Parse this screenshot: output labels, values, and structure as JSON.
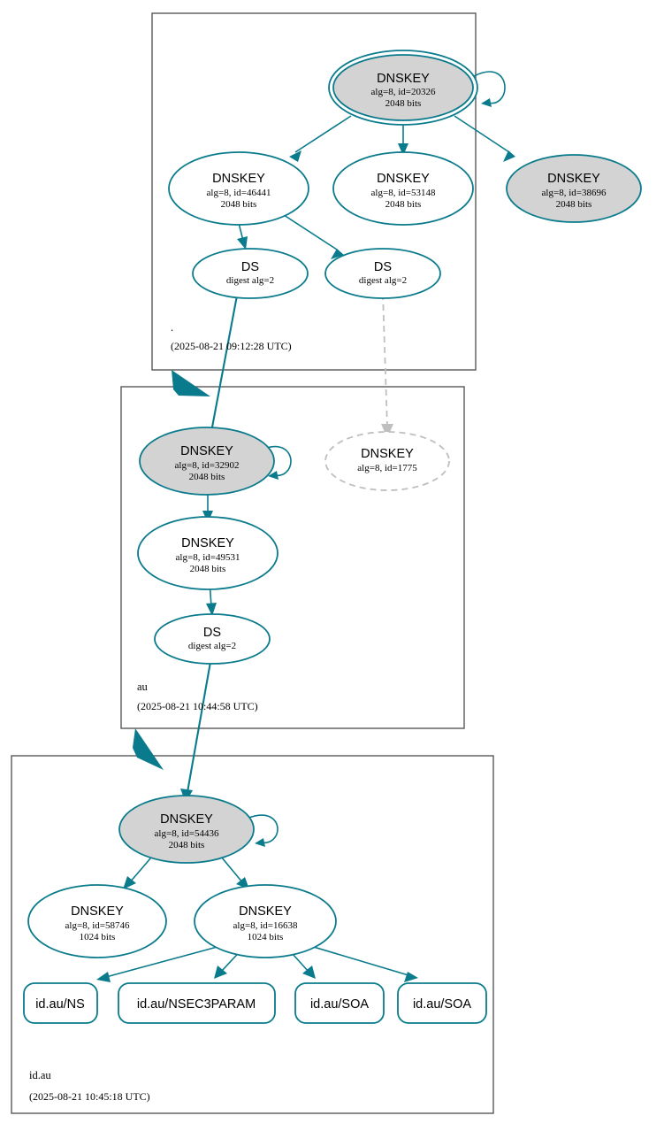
{
  "diagram": {
    "title": "DNSSEC authentication chain",
    "accent_color": "#0a7b8c",
    "secure_key_fill": "#d3d3d3",
    "nonexistent_color": "#bfbfbf",
    "zone_border_color": "#585858"
  },
  "zones": [
    {
      "id": "root",
      "name": ".",
      "timestamp": "(2025-08-21 09:12:28 UTC)",
      "nodes": [
        {
          "id": "root-ksk-20326",
          "type": "DNSKEY",
          "title": "DNSKEY",
          "line2": "alg=8, id=20326",
          "line3": "2048 bits",
          "style": "trust-anchor-grey",
          "self_sign": true
        },
        {
          "id": "root-zsk-46441",
          "type": "DNSKEY",
          "title": "DNSKEY",
          "line2": "alg=8, id=46441",
          "line3": "2048 bits",
          "style": "white"
        },
        {
          "id": "root-zsk-53148",
          "type": "DNSKEY",
          "title": "DNSKEY",
          "line2": "alg=8, id=53148",
          "line3": "2048 bits",
          "style": "white"
        },
        {
          "id": "root-zsk-38696",
          "type": "DNSKEY",
          "title": "DNSKEY",
          "line2": "alg=8, id=38696",
          "line3": "2048 bits",
          "style": "grey"
        },
        {
          "id": "root-ds-left",
          "type": "DS",
          "title": "DS",
          "line2": "digest alg=2",
          "line3": "",
          "style": "white"
        },
        {
          "id": "root-ds-right",
          "type": "DS",
          "title": "DS",
          "line2": "digest alg=2",
          "line3": "",
          "style": "white"
        }
      ]
    },
    {
      "id": "au",
      "name": "au",
      "timestamp": "(2025-08-21 10:44:58 UTC)",
      "nodes": [
        {
          "id": "au-ksk-32902",
          "type": "DNSKEY",
          "title": "DNSKEY",
          "line2": "alg=8, id=32902",
          "line3": "2048 bits",
          "style": "grey",
          "self_sign": true
        },
        {
          "id": "au-key-1775",
          "type": "DNSKEY",
          "title": "DNSKEY",
          "line2": "alg=8, id=1775",
          "line3": "",
          "style": "dashed-nonexistent"
        },
        {
          "id": "au-zsk-49531",
          "type": "DNSKEY",
          "title": "DNSKEY",
          "line2": "alg=8, id=49531",
          "line3": "2048 bits",
          "style": "white"
        },
        {
          "id": "au-ds",
          "type": "DS",
          "title": "DS",
          "line2": "digest alg=2",
          "line3": "",
          "style": "white"
        }
      ]
    },
    {
      "id": "id-au",
      "name": "id.au",
      "timestamp": "(2025-08-21 10:45:18 UTC)",
      "nodes": [
        {
          "id": "idau-ksk-54436",
          "type": "DNSKEY",
          "title": "DNSKEY",
          "line2": "alg=8, id=54436",
          "line3": "2048 bits",
          "style": "grey",
          "self_sign": true
        },
        {
          "id": "idau-zsk-58746",
          "type": "DNSKEY",
          "title": "DNSKEY",
          "line2": "alg=8, id=58746",
          "line3": "1024 bits",
          "style": "white"
        },
        {
          "id": "idau-zsk-16638",
          "type": "DNSKEY",
          "title": "DNSKEY",
          "line2": "alg=8, id=16638",
          "line3": "1024 bits",
          "style": "white"
        },
        {
          "id": "rr-ns",
          "type": "RRset",
          "title": "id.au/NS",
          "line2": "",
          "line3": "",
          "style": "rounded-box"
        },
        {
          "id": "rr-nsec3param",
          "type": "RRset",
          "title": "id.au/NSEC3PARAM",
          "line2": "",
          "line3": "",
          "style": "rounded-box"
        },
        {
          "id": "rr-soa-1",
          "type": "RRset",
          "title": "id.au/SOA",
          "line2": "",
          "line3": "",
          "style": "rounded-box"
        },
        {
          "id": "rr-soa-2",
          "type": "RRset",
          "title": "id.au/SOA",
          "line2": "",
          "line3": "",
          "style": "rounded-box"
        }
      ]
    }
  ],
  "edges": [
    {
      "from": "root-ksk-20326",
      "to": "root-ksk-20326",
      "kind": "self-signature"
    },
    {
      "from": "root-ksk-20326",
      "to": "root-zsk-46441",
      "kind": "signature"
    },
    {
      "from": "root-ksk-20326",
      "to": "root-zsk-53148",
      "kind": "signature"
    },
    {
      "from": "root-ksk-20326",
      "to": "root-zsk-38696",
      "kind": "signature"
    },
    {
      "from": "root-zsk-46441",
      "to": "root-ds-left",
      "kind": "signature"
    },
    {
      "from": "root-zsk-46441",
      "to": "root-ds-right",
      "kind": "signature"
    },
    {
      "from": "root-ds-left",
      "to": "au-ksk-32902",
      "kind": "ds-to-dnskey"
    },
    {
      "from": "root-ds-right",
      "to": "au-key-1775",
      "kind": "ds-to-nonexistent-dnskey"
    },
    {
      "from": "au-ksk-32902",
      "to": "au-ksk-32902",
      "kind": "self-signature"
    },
    {
      "from": "au-ksk-32902",
      "to": "au-zsk-49531",
      "kind": "signature"
    },
    {
      "from": "au-zsk-49531",
      "to": "au-ds",
      "kind": "signature"
    },
    {
      "from": "au-ds",
      "to": "idau-ksk-54436",
      "kind": "ds-to-dnskey"
    },
    {
      "from": "idau-ksk-54436",
      "to": "idau-ksk-54436",
      "kind": "self-signature"
    },
    {
      "from": "idau-ksk-54436",
      "to": "idau-zsk-58746",
      "kind": "signature"
    },
    {
      "from": "idau-ksk-54436",
      "to": "idau-zsk-16638",
      "kind": "signature"
    },
    {
      "from": "idau-zsk-16638",
      "to": "rr-ns",
      "kind": "signature"
    },
    {
      "from": "idau-zsk-16638",
      "to": "rr-nsec3param",
      "kind": "signature"
    },
    {
      "from": "idau-zsk-16638",
      "to": "rr-soa-1",
      "kind": "signature"
    },
    {
      "from": "idau-zsk-16638",
      "to": "rr-soa-2",
      "kind": "signature"
    },
    {
      "from": "root",
      "to": "au",
      "kind": "delegation"
    },
    {
      "from": "au",
      "to": "id-au",
      "kind": "delegation"
    }
  ]
}
